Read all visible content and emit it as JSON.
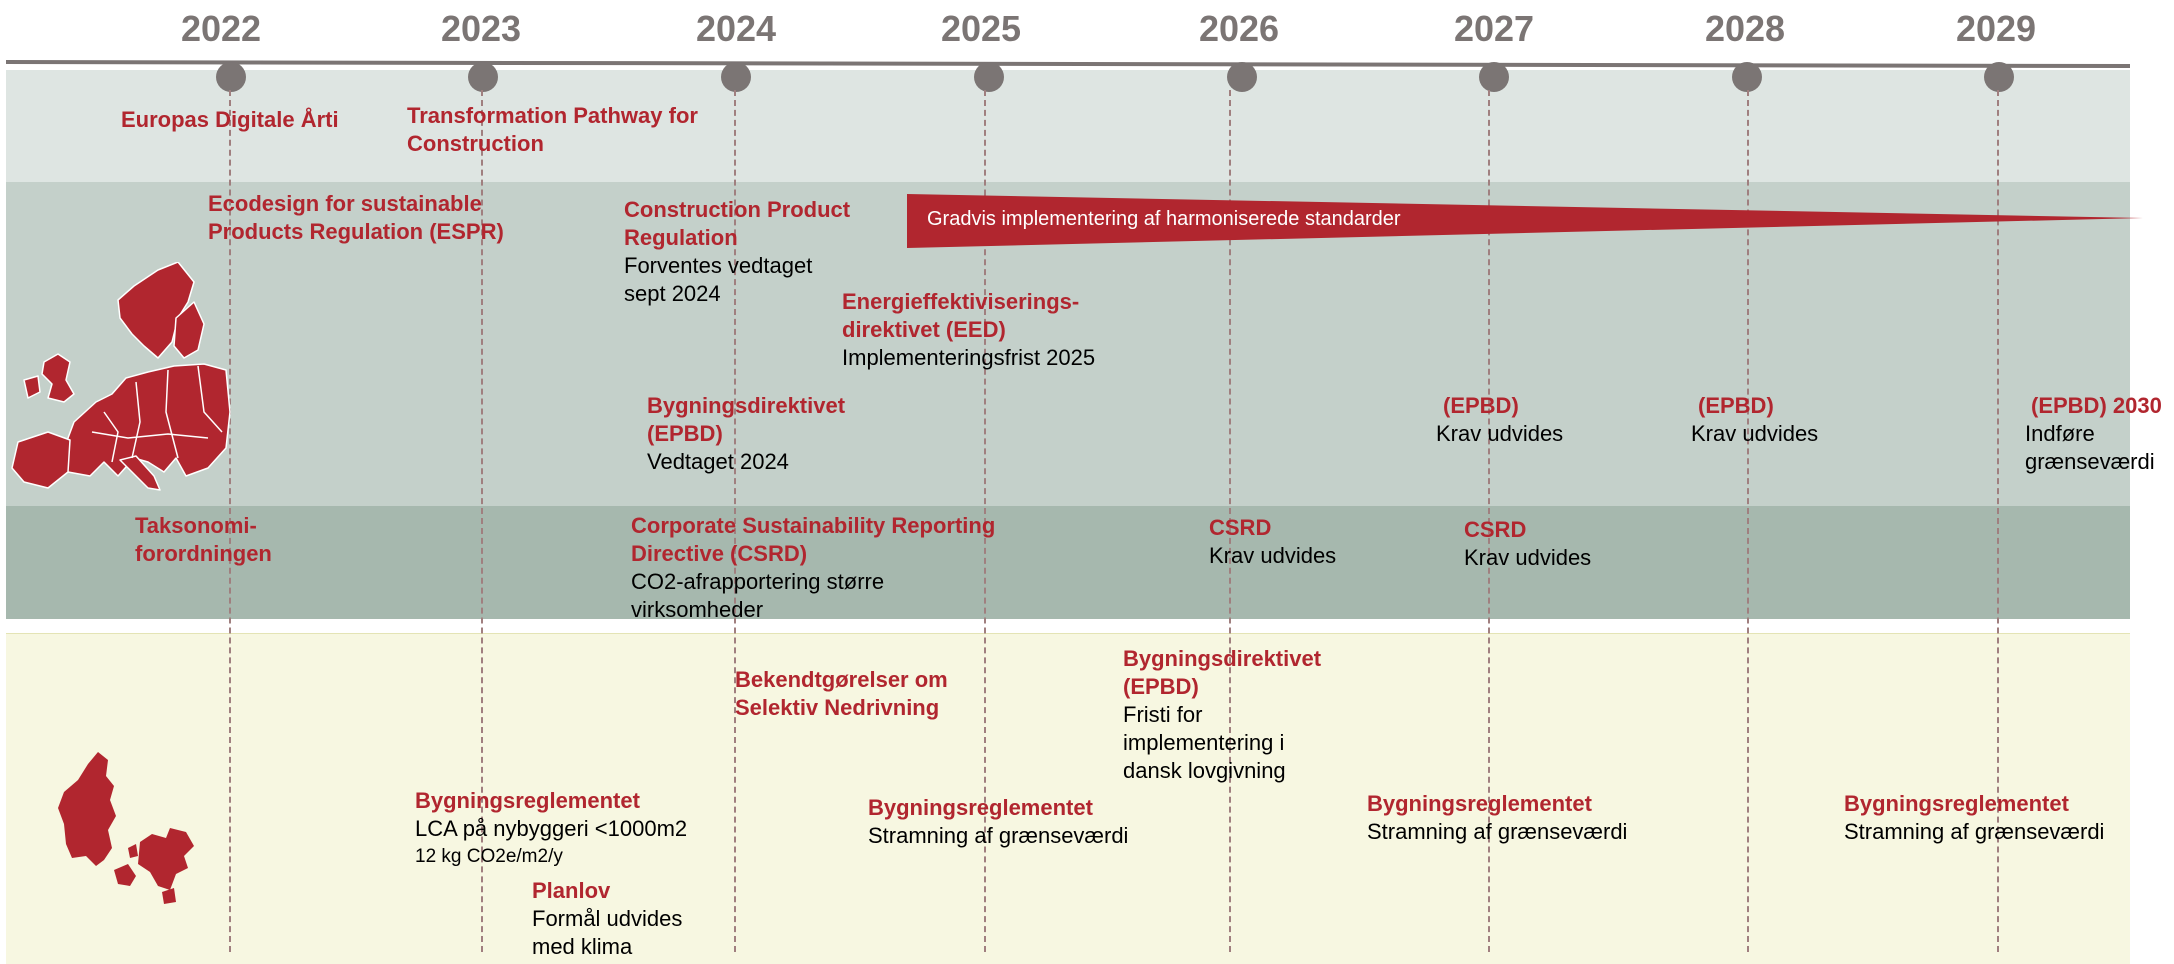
{
  "timeline": {
    "years": [
      "2022",
      "2023",
      "2024",
      "2025",
      "2026",
      "2027",
      "2028",
      "2029"
    ]
  },
  "eu_top": [
    {
      "head": "Europas Digitale Årti"
    },
    {
      "head": "Transformation Pathway for Construction"
    }
  ],
  "eu_main": [
    {
      "head": "Ecodesign for sustainable Products Regulation (ESPR)"
    },
    {
      "head": "Construction Product Regulation",
      "body": "Forventes vedtaget sept 2024"
    },
    {
      "head": "Energieffektiviserings-direktivet (EED)",
      "body": "Implementeringsfrist  2025"
    },
    {
      "head": "Bygningsdirektivet (EPBD)",
      "body": "Vedtaget 2024"
    },
    {
      "head": "(EPBD)",
      "body": "Krav udvides"
    },
    {
      "head": "(EPBD)",
      "body": "Krav udvides"
    },
    {
      "head": "(EPBD) 2030",
      "body": "Indføre grænseværdi"
    }
  ],
  "banner": {
    "label": "Gradvis implementering af harmoniserede standarder",
    "color": "#b1262f"
  },
  "eu_low": [
    {
      "head": "Taksonomi-forordningen"
    },
    {
      "head": "Corporate Sustainability Reporting Directive (CSRD)",
      "body": "CO2-afrapportering større virksomheder"
    },
    {
      "head": "CSRD",
      "body": "Krav udvides"
    },
    {
      "head": "CSRD",
      "body": "Krav udvides"
    }
  ],
  "dk": [
    {
      "head": "Bekendtgørelser om Selektiv Nedrivning"
    },
    {
      "head": "Bygningsdirektivet (EPBD)",
      "body": "Fristi for implementering i dansk lovgivning"
    },
    {
      "head": "Bygningsreglementet",
      "body": "LCA på nybyggeri <1000m2",
      "body2": "12 kg CO2e/m2/y"
    },
    {
      "head": "Planlov",
      "body": "Formål udvides med klima"
    },
    {
      "head": "Bygningsreglementet",
      "body": "Stramning af grænseværdi"
    },
    {
      "head": "Bygningsreglementet",
      "body": "Stramning af grænseværdi"
    },
    {
      "head": "Bygningsreglementet",
      "body": "Stramning af grænseværdi"
    }
  ],
  "colors": {
    "accent": "#b1262f",
    "axis": "#7b7574",
    "band_eu_top": "#dee5e2",
    "band_eu_main": "#c4d0ca",
    "band_eu_low": "#a6b8ae",
    "band_dk": "#f7f7e1"
  },
  "icons": {
    "eu_map": "europe-map-icon",
    "dk_map": "denmark-map-icon"
  }
}
